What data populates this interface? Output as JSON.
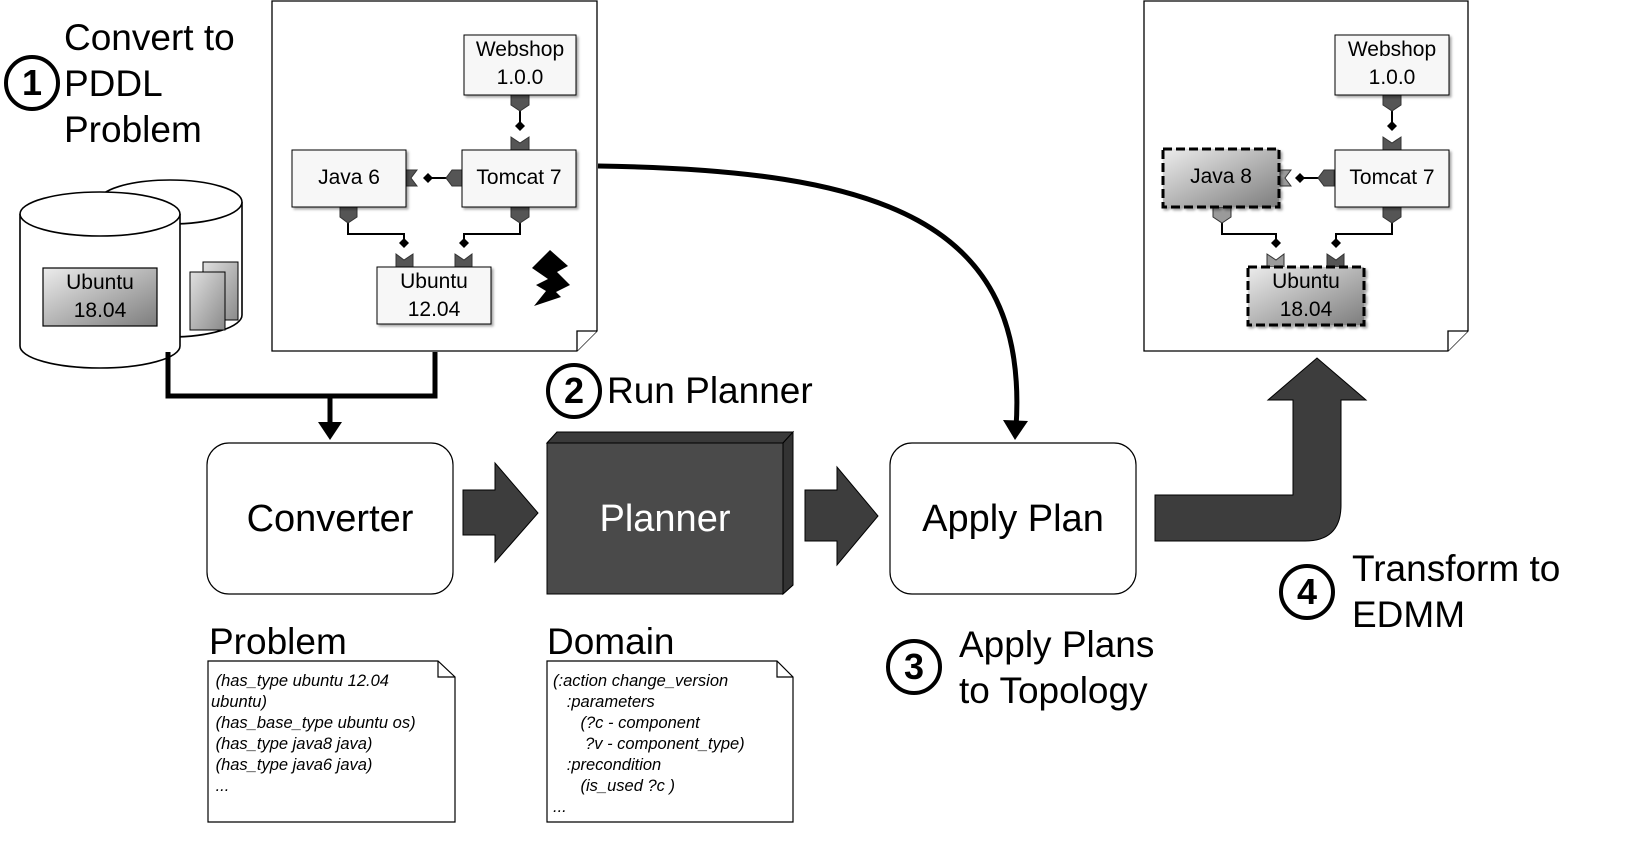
{
  "steps": {
    "s1": {
      "number": "1",
      "lines": [
        "Convert to",
        "PDDL",
        "Problem"
      ]
    },
    "s2": {
      "number": "2",
      "lines": [
        "Run Planner"
      ]
    },
    "s3": {
      "number": "3",
      "lines": [
        "Apply Plans",
        "to Topology"
      ]
    },
    "s4": {
      "number": "4",
      "lines": [
        "Transform to",
        "EDMM"
      ]
    }
  },
  "repository": {
    "component": {
      "line1": "Ubuntu",
      "line2": "18.04"
    }
  },
  "input_topology": {
    "webshop": {
      "line1": "Webshop",
      "line2": "1.0.0"
    },
    "tomcat": "Tomcat 7",
    "java": "Java 6",
    "ubuntu": {
      "line1": "Ubuntu",
      "line2": "12.04"
    }
  },
  "output_topology": {
    "webshop": {
      "line1": "Webshop",
      "line2": "1.0.0"
    },
    "tomcat": "Tomcat 7",
    "java": "Java 8",
    "ubuntu": {
      "line1": "Ubuntu",
      "line2": "18.04"
    }
  },
  "pipeline": {
    "converter": "Converter",
    "planner": "Planner",
    "apply_plan": "Apply Plan"
  },
  "problem": {
    "title": "Problem",
    "lines": [
      " (has_type ubuntu 12.04",
      "ubuntu)",
      " (has_base_type ubuntu os)",
      " (has_type java8 java)",
      " (has_type java6 java)",
      " ..."
    ]
  },
  "domain": {
    "title": "Domain",
    "lines": [
      "(:action change_version",
      "   :parameters",
      "      (?c - component",
      "       ?v - component_type)",
      "   :precondition",
      "      (is_used ?c )",
      "..."
    ]
  },
  "colors": {
    "planner_fill": "#4a4a4a",
    "arrow_fill": "#3d3d3d",
    "node_fill": "#f7f7f7",
    "replaced_node_gradient_start": "#e8e8e8",
    "replaced_node_gradient_end": "#7a7a7a"
  }
}
